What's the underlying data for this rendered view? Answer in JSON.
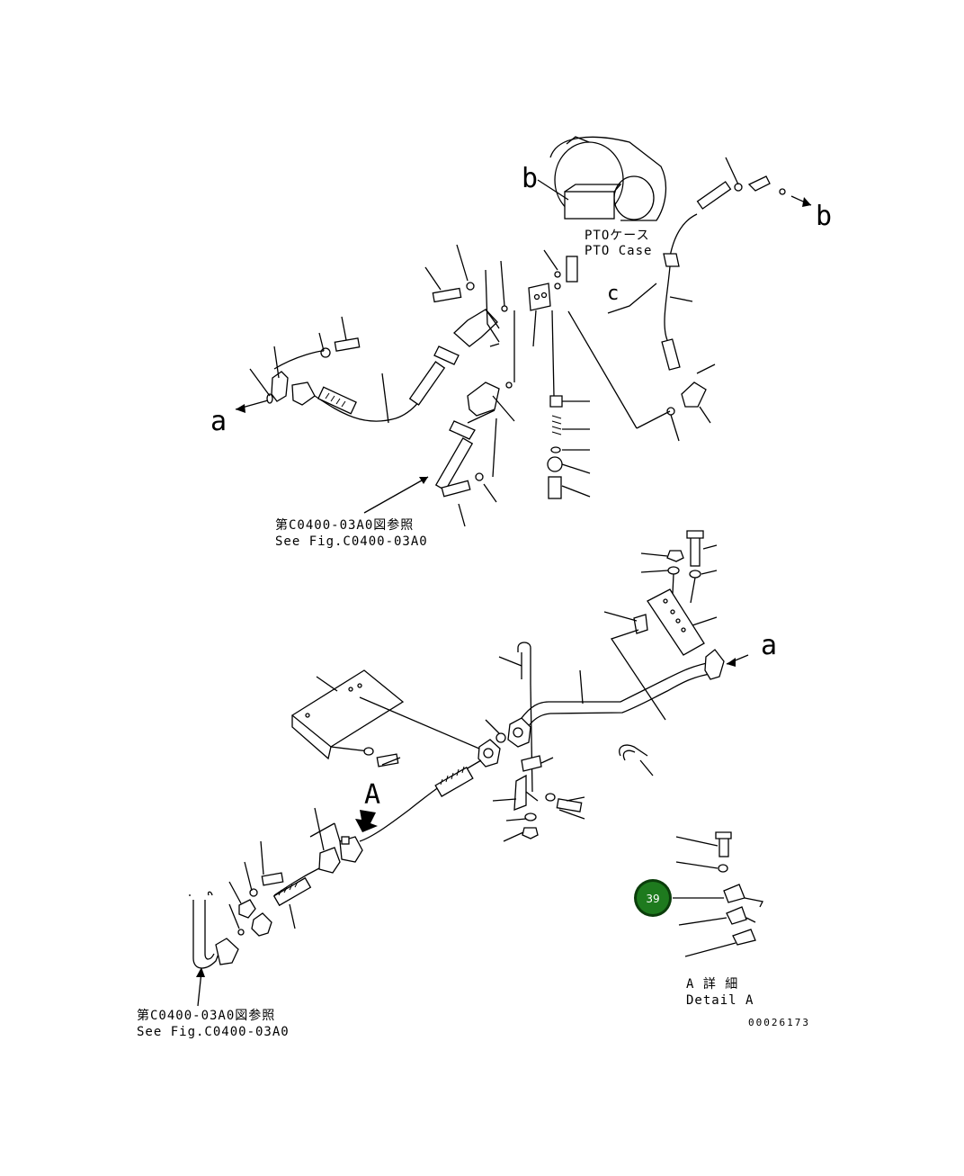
{
  "labels": {
    "letter_a_top": "a",
    "letter_b": "b",
    "letter_a_right": "a",
    "letter_A_arrow": "A",
    "letter_c": "c",
    "pto_jp": "PTOケース",
    "pto_en": "PTO Case",
    "ref_top_jp": "第C0400-03A0図参照",
    "ref_top_en": "See Fig.C0400-03A0",
    "ref_bottom_jp": "第C0400-03A0図参照",
    "ref_bottom_en": "See Fig.C0400-03A0",
    "detail_jp": "A 詳 細",
    "detail_en": "Detail A",
    "drawing_number": "00026173"
  },
  "callout": {
    "number": "39",
    "color": "#1e7a1e",
    "ring": "#0b3d0b"
  }
}
